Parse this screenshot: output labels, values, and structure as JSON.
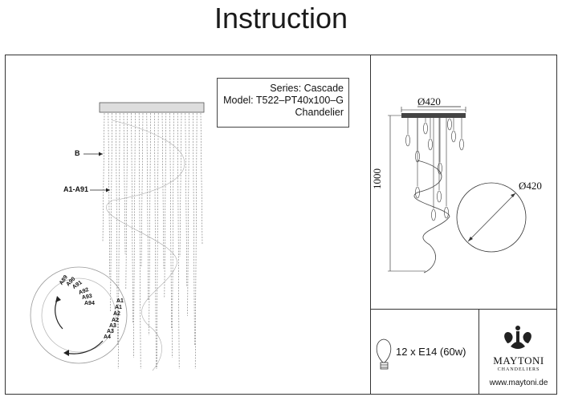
{
  "title": "Instruction",
  "spec": {
    "series": "Series: Cascade",
    "model": "Model: T522–PT40x100–G",
    "type": "Chandelier"
  },
  "labels": {
    "b": "B",
    "a_range": "A1-A91",
    "ring_outer": [
      "A89",
      "A90",
      "A91",
      "A92",
      "A93",
      "A94"
    ],
    "ring_inner": [
      "A1",
      "A1",
      "A2",
      "A2",
      "A3",
      "A3",
      "A4"
    ]
  },
  "dimensions": {
    "width_top": "Ø420",
    "height": "1000",
    "diameter": "Ø420"
  },
  "bulb": {
    "spec": "12 x E14 (60w)",
    "icon": "light-bulb-icon"
  },
  "brand": {
    "name": "MAYTONI",
    "sub": "CHANDELIERS",
    "site": "www.maytoni.de",
    "logo": "maytoni-crest-logo"
  }
}
